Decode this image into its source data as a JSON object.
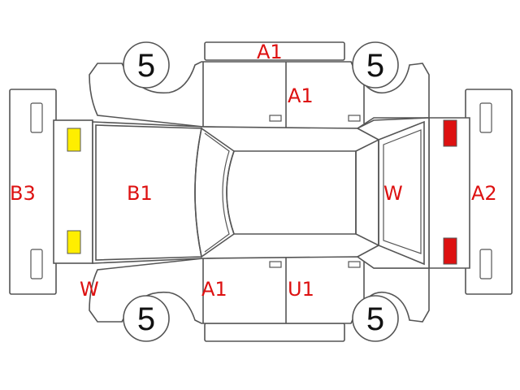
{
  "colors": {
    "outline": "#555555",
    "code_text": "#dd1111",
    "wheel_text": "#111111",
    "lamp_yellow": "#ffee00",
    "lamp_red": "#dd1111"
  },
  "wheels": {
    "front_left": "5",
    "front_right": "5",
    "rear_left": "5",
    "rear_right": "5"
  },
  "codes": {
    "roof_top": "A1",
    "upper_door_right": "A1",
    "rear_panel": "B3",
    "trunk": "B1",
    "windshield": "W",
    "front_panel": "A2",
    "rear_lamp_left": "W",
    "lower_door_left": "A1",
    "lower_door_right": "U1"
  }
}
